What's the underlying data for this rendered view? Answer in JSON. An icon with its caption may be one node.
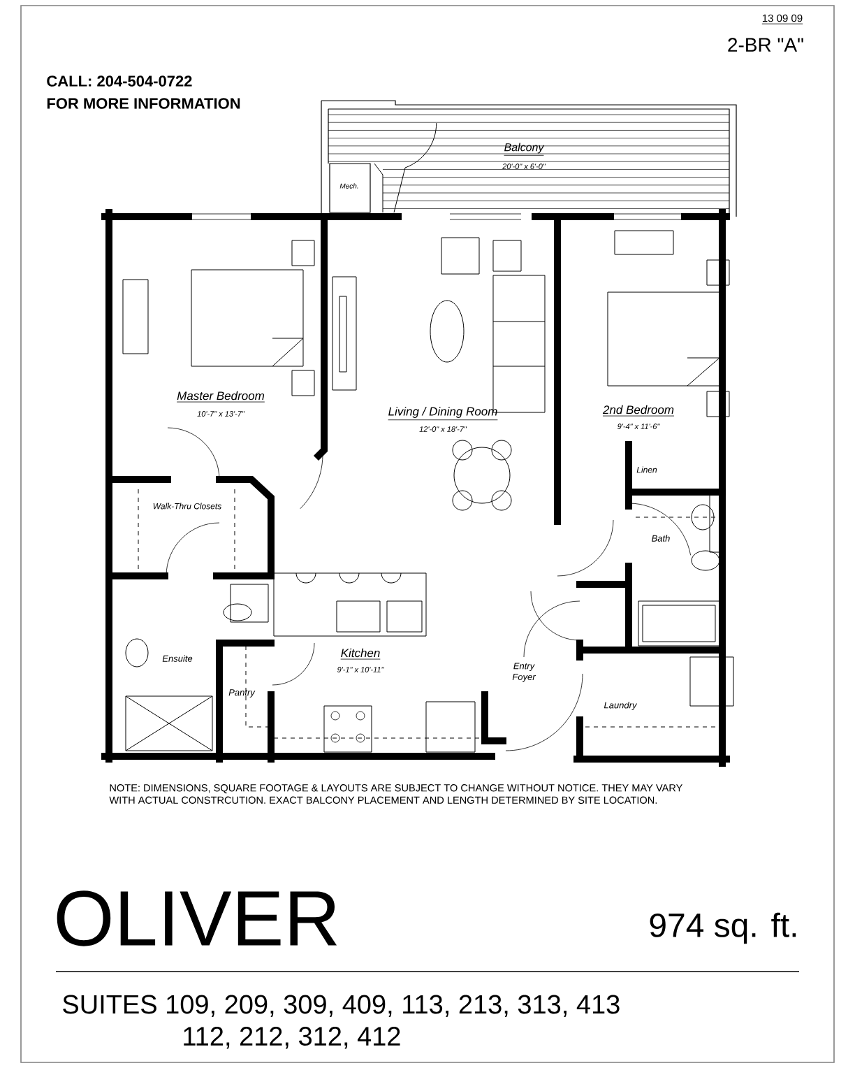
{
  "diagram": {
    "labels": [
      "13 09 09",
      "2-BR \"A\"",
      "CALL: 204-504-0722",
      "FOR MORE INFORMATION",
      "Balcony",
      "20'-0\" x 6'-0\"",
      "Mech.",
      "Master Bedroom",
      "10'-7\" x 13'-7\"",
      "Living / Dining Room",
      "12'-0\" x 18'-7\"",
      "2nd Bedroom",
      "9'-4\" x 11'-6\"",
      "Linen",
      "Walk-Thru Closets",
      "Bath",
      "Ensuite",
      "Kitchen",
      "9'-1\" x 10'-11\"",
      "Pantry",
      "Entry Foyer",
      "Laundry",
      "NOTE:  DIMENSIONS, SQUARE FOOTAGE & LAYOUTS ARE SUBJECT TO CHANGE WITHOUT NOTICE. THEY MAY VARY WITH ACTUAL CONSTRCUTION.  EXACT BALCONY PLACEMENT AND LENGTH DETERMINED BY SITE LOCATION.",
      "OLIVER",
      "974 sq. ft.",
      "SUITES 109, 209, 309, 409, 113, 213, 313, 413 112, 212, 312, 412"
    ]
  }
}
